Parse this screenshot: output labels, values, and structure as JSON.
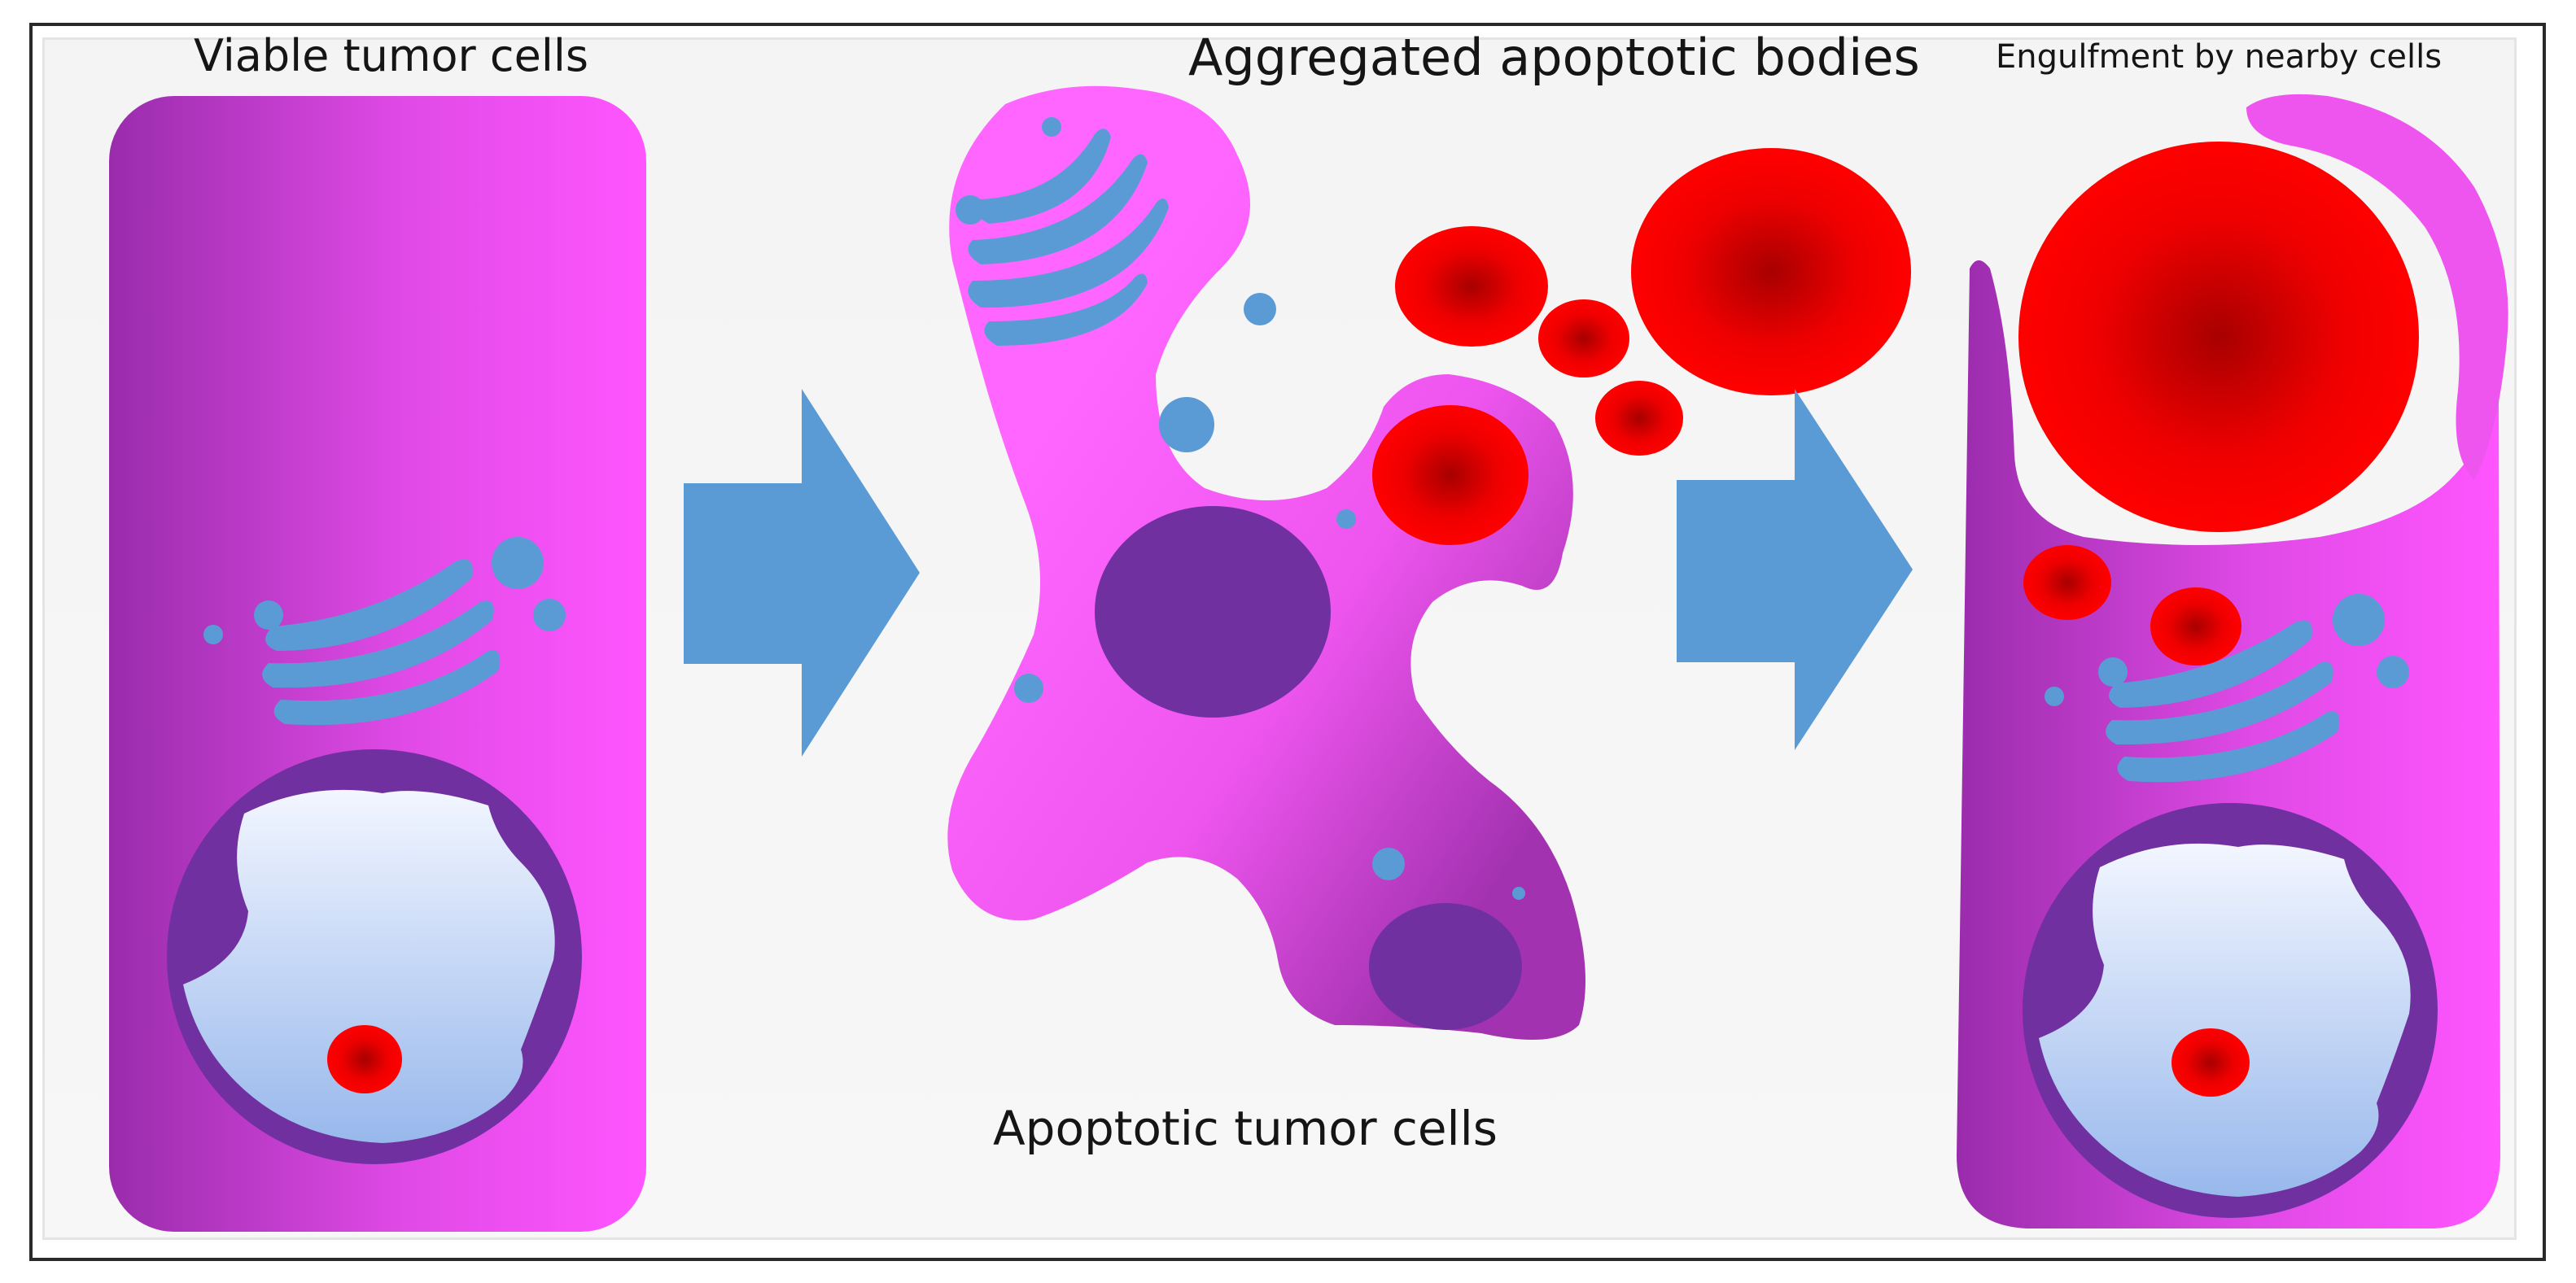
{
  "labels": {
    "viable": "Viable tumor cells",
    "aggregated": "Aggregated apoptotic bodies",
    "engulfment": "Engulfment by nearby cells",
    "apoptotic": "Apoptotic tumor cells"
  },
  "colors": {
    "cytoplasm_dark": "#9a2cac",
    "cytoplasm_light": "#ff55ff",
    "organelle_blue": "#5b9bd5",
    "nucleus_purple": "#7030a0",
    "apoptotic_red": "#ff0000",
    "apoptotic_red_core": "#b00000",
    "arrow_blue": "#5b9bd5"
  }
}
